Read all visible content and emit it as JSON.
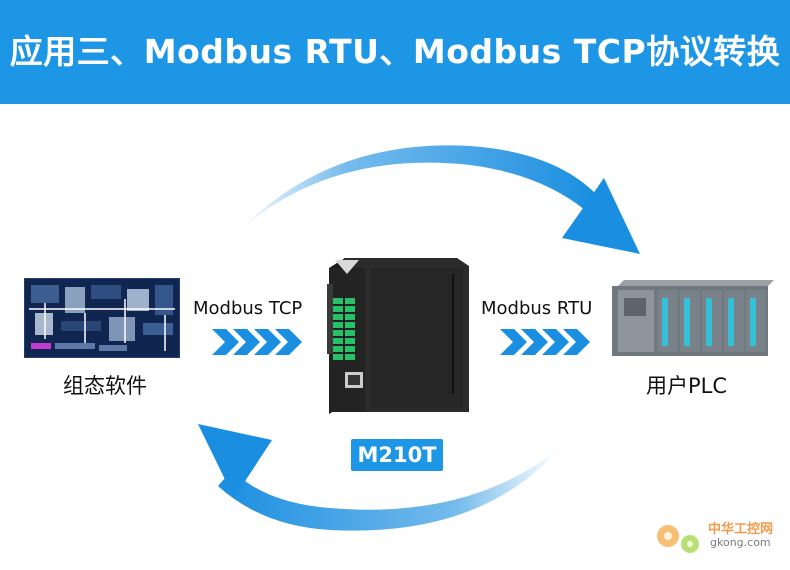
{
  "banner": {
    "title": "应用三、Modbus RTU、Modbus TCP协议转换",
    "color": "#1e96e6"
  },
  "left": {
    "protocol": "Modbus TCP",
    "label": "组态软件",
    "image": "scada-screen"
  },
  "right": {
    "protocol": "Modbus RTU",
    "label": "用户PLC",
    "image": "plc-rack"
  },
  "device": {
    "model": "M210T",
    "image": "io-module"
  },
  "arrows": {
    "color": "#1a8ee0",
    "top": "clockwise-arc-left-to-right",
    "bottom": "arc-right-to-left"
  },
  "watermark": {
    "line1": "中华工控网",
    "line2": "gkong.com"
  }
}
